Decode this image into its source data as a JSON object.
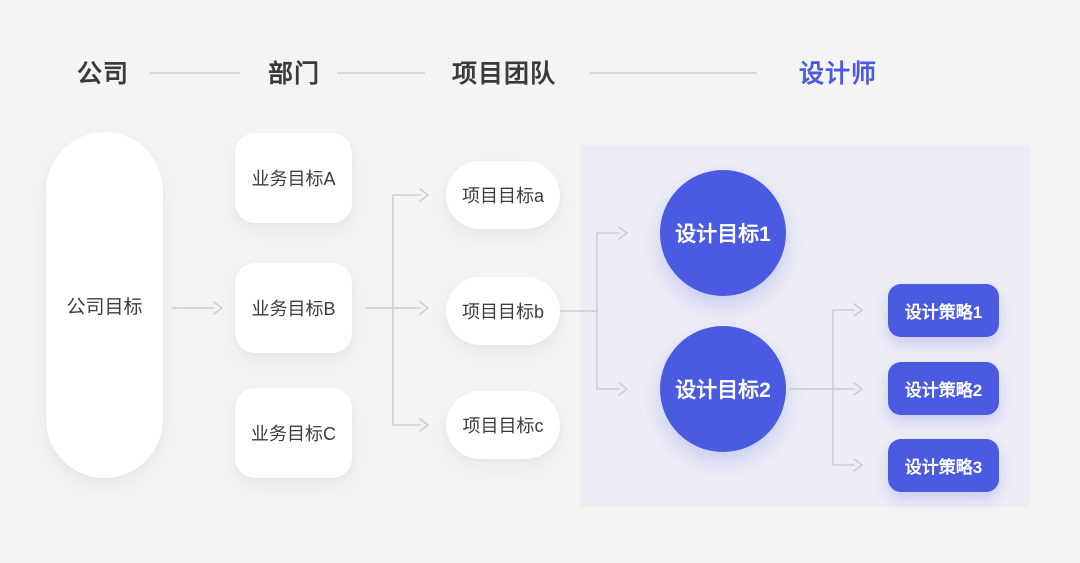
{
  "header": {
    "levels": [
      "公司",
      "部门",
      "项目团队",
      "设计师"
    ]
  },
  "nodes": {
    "company_goal": "公司目标",
    "business_goals": [
      "业务目标A",
      "业务目标B",
      "业务目标C"
    ],
    "project_goals": [
      "项目目标a",
      "项目目标b",
      "项目目标c"
    ],
    "design_goals": [
      "设计目标1",
      "设计目标2"
    ],
    "design_strategies": [
      "设计策略1",
      "设计策略2",
      "设计策略3"
    ]
  },
  "colors": {
    "background": "#f4f4f5",
    "panel": "#ededf6",
    "node_fill": "#ffffff",
    "accent": "#4a5ae1",
    "accent_text": "#ffffff",
    "header_text": "#3a3a3a",
    "node_text": "#3d3d3d",
    "line": "#cdced3"
  }
}
